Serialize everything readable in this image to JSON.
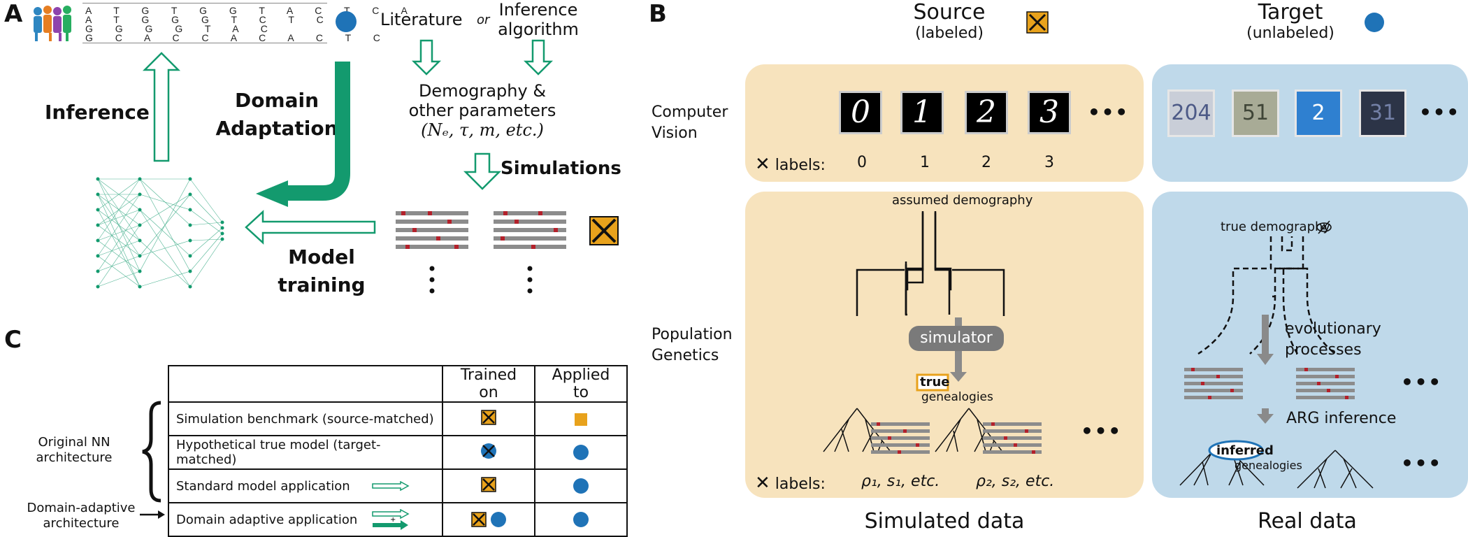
{
  "colors": {
    "source": "#f7e3bd",
    "target": "#bfd9ea",
    "green": "#139a6e",
    "orange": "#e8a21c",
    "blue": "#1f73b7",
    "red": "#b3212b"
  },
  "panelA": {
    "letter": "A",
    "seq_rows": [
      "A T G T G G T A C T C A",
      "A T G G G T C T C T",
      "G G G G T A C",
      "G C A C C A C A C T C"
    ],
    "literature": "Literature",
    "or": "or",
    "inference_alg": [
      "Inference",
      "algorithm"
    ],
    "demography": [
      "Demography &",
      "other parameters"
    ],
    "params": "(Nₑ, τ, m, etc.)",
    "simulations": "Simulations",
    "domain_adaptation": [
      "Domain",
      "Adaptation"
    ],
    "inference": "Inference",
    "model_training": [
      "Model",
      "training"
    ]
  },
  "panelB": {
    "letter": "B",
    "source": "Source",
    "source_sub": "(labeled)",
    "target": "Target",
    "target_sub": "(unlabeled)",
    "cv_label": [
      "Computer",
      "Vision"
    ],
    "pg_label": [
      "Population",
      "Genetics"
    ],
    "mnist": [
      "0",
      "1",
      "2",
      "3"
    ],
    "svhn": [
      "204",
      "51",
      "2",
      "31"
    ],
    "labels_word": "labels:",
    "cv_labels": [
      "0",
      "1",
      "2",
      "3"
    ],
    "assumed": "assumed demography",
    "true_demo": "true demography",
    "simulator": "simulator",
    "true": "true",
    "genealogies": "genealogies",
    "evo": [
      "evolutionary",
      "processes"
    ],
    "arg": "ARG inference",
    "inferred": "inferred",
    "pg_labels": [
      "ρ₁, s₁, etc.",
      "ρ₂, s₂, etc."
    ],
    "ellipsis": "• • •",
    "simulated": "Simulated data",
    "real": "Real data"
  },
  "panelC": {
    "letter": "C",
    "headers": [
      "Trained on",
      "Applied to"
    ],
    "rows": [
      "Simulation benchmark (source-matched)",
      "Hypothetical true model (target-matched)",
      "Standard model application",
      "Domain adaptive application"
    ],
    "orig_nn": [
      "Original NN",
      "architecture"
    ],
    "da_arch": [
      "Domain-adaptive",
      "architecture"
    ]
  }
}
